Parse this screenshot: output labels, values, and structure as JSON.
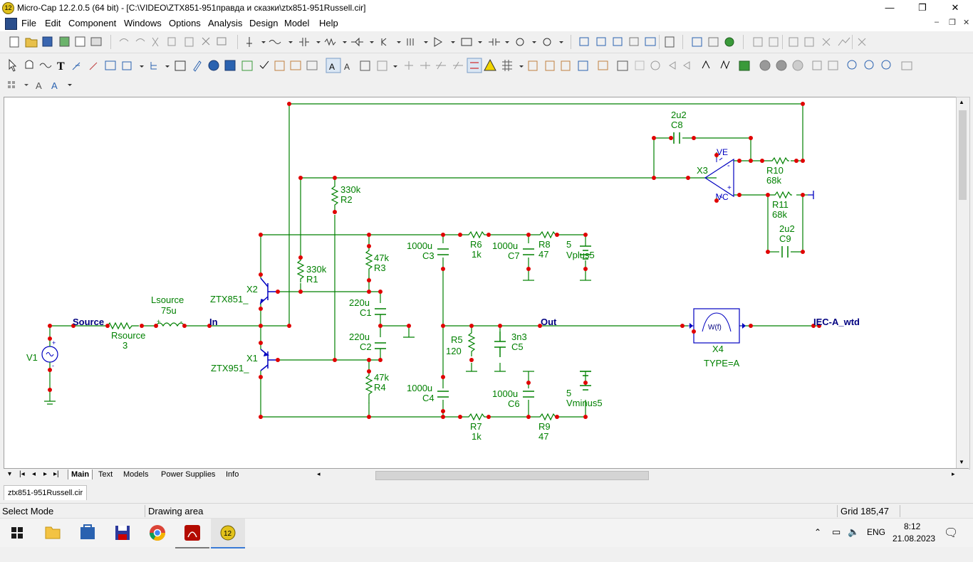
{
  "window": {
    "title": "Micro-Cap 12.2.0.5 (64 bit) - [C:\\VIDEO\\ZTX851-951правда и сказки\\ztx851-951Russell.cir]",
    "app_icon_label": "12",
    "minimize_glyph": "—",
    "restore_glyph": "❐",
    "close_glyph": "✕"
  },
  "menu": {
    "items": [
      "File",
      "Edit",
      "Component",
      "Windows",
      "Options",
      "Analysis",
      "Design",
      "Model",
      "Help"
    ]
  },
  "schematic": {
    "wire_color": "#008000",
    "node_color": "#e00000",
    "label_color": "#008000",
    "netlabel_color": "#000080",
    "component_color": "#0000c0",
    "netlabels": {
      "source": "Source",
      "in": "In",
      "out": "Out",
      "iec": "IEC-A_wtd"
    },
    "parts": {
      "v1": "V1",
      "rsource_name": "Rsource",
      "rsource_value": "3",
      "lsource_name": "Lsource",
      "lsource_value": "75u",
      "x2_name": "X2",
      "x2_model": "ZTX851_",
      "x1_name": "X1",
      "x1_model": "ZTX951_",
      "r1_value": "330k",
      "r1_name": "R1",
      "r2_value": "330k",
      "r2_name": "R2",
      "r3_value": "47k",
      "r3_name": "R3",
      "r4_value": "47k",
      "r4_name": "R4",
      "c1_value": "220u",
      "c1_name": "C1",
      "c2_value": "220u",
      "c2_name": "C2",
      "c3_value": "1000u",
      "c3_name": "C3",
      "c4_value": "1000u",
      "c4_name": "C4",
      "r5_name": "R5",
      "r5_value": "120",
      "c5_value": "3n3",
      "c5_name": "C5",
      "r6_name": "R6",
      "r6_value": "1k",
      "c7_value": "1000u",
      "c7_name": "C7",
      "r8_name": "R8",
      "r8_value": "47",
      "vplus_value": "5",
      "vplus_name": "Vplus5",
      "c6_value": "1000u",
      "c6_name": "C6",
      "vminus_value": "5",
      "vminus_name": "Vminus5",
      "r7_name": "R7",
      "r7_value": "1k",
      "r9_name": "R9",
      "r9_value": "47",
      "x4_name": "X4",
      "x4_type": "TYPE=A",
      "x4_symbol": "W(f)",
      "c8_value": "2u2",
      "c8_name": "C8",
      "x3_name": "X3",
      "ve_label": "VE",
      "vc_label": "VC",
      "r10_name": "R10",
      "r10_value": "68k",
      "r11_name": "R11",
      "r11_value": "68k",
      "c9_value": "2u2",
      "c9_name": "C9"
    }
  },
  "sheet_tabs": [
    "Main",
    "Text",
    "Models",
    "Power Supplies",
    "Info"
  ],
  "doc_tab": "ztx851-951Russell.cir",
  "status": {
    "mode": "Select Mode",
    "area": "Drawing area",
    "grid": "Grid 185,47"
  },
  "taskbar": {
    "apps": [
      "windows-start",
      "file-explorer",
      "microsoft-store",
      "save-app",
      "chrome",
      "acrobat",
      "micro-cap"
    ],
    "language": "ENG",
    "time": "8:12",
    "date": "21.08.2023"
  }
}
